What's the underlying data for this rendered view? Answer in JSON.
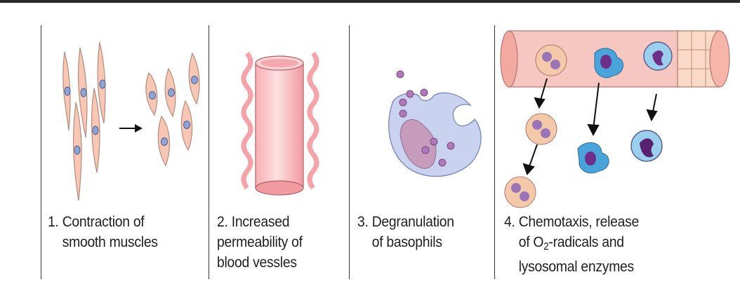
{
  "panels": [
    {
      "number": "1.",
      "caption_lines": [
        "Contraction of",
        "smooth muscles"
      ]
    },
    {
      "number": "2.",
      "caption_lines": [
        "Increased",
        "permeability of",
        "blood vessles"
      ]
    },
    {
      "number": "3.",
      "caption_lines": [
        "Degranulation",
        "of basophils"
      ]
    },
    {
      "number": "4.",
      "caption_lines": [
        "Chemotaxis, release",
        "of O",
        "2",
        "-radicals and",
        "lysosomal enzymes"
      ]
    }
  ],
  "colors": {
    "cell_fill": "#f7c7b4",
    "cell_stroke": "#b08a7c",
    "nucleus_fill": "#8fa3d6",
    "vessel_fill": "#f6b6b8",
    "basophil_fill": "#c7d2ee",
    "granule_fill": "#b07ab8",
    "leukocyte_blue": "#4a9fd6",
    "leukocyte_nucleus": "#7d3a8e",
    "arrow": "#111111"
  }
}
